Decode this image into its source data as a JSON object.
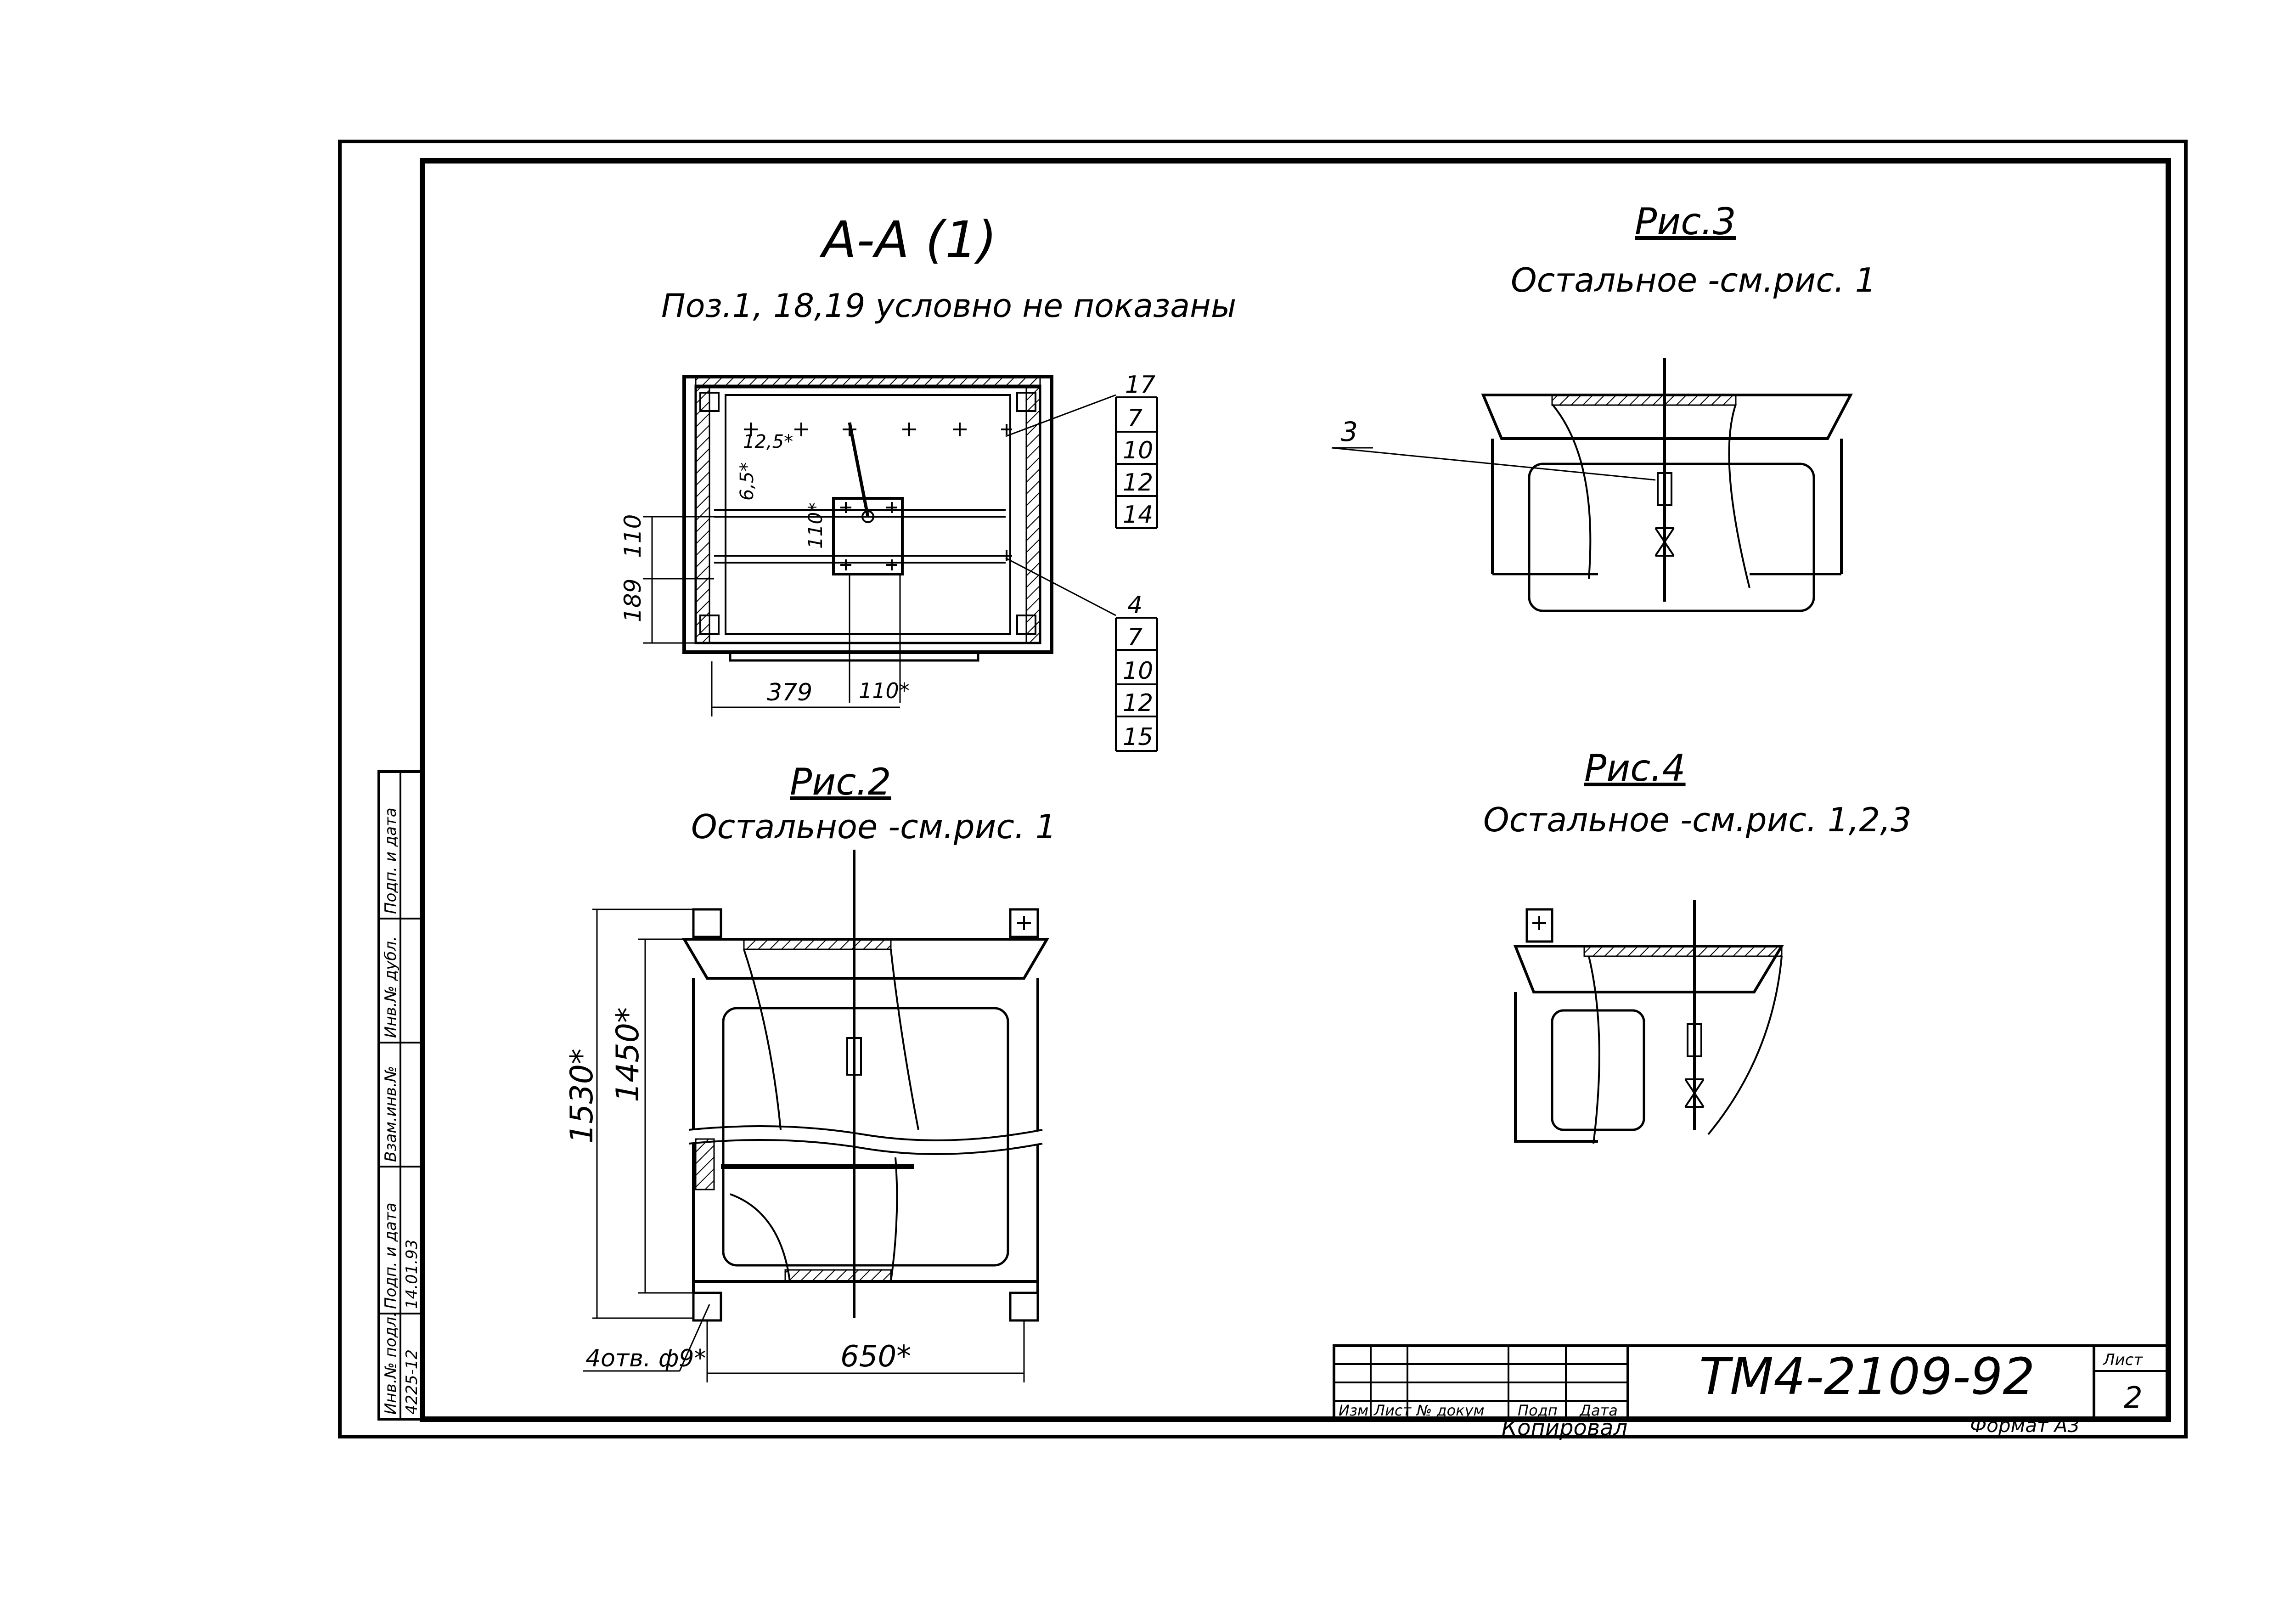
{
  "section_aa": {
    "title": "А-А (1)",
    "note": "Поз.1, 18,19 условно не показаны",
    "dims": {
      "d_12_5": "12,5*",
      "d_6_5": "6,5*",
      "d_110_inner": "110*",
      "d_110_left": "110",
      "d_189": "189",
      "d_379": "379",
      "d_110_bottom": "110*"
    },
    "callout_top": [
      "17",
      "7",
      "10",
      "12",
      "14"
    ],
    "callout_bottom": [
      "4",
      "7",
      "10",
      "12",
      "15"
    ]
  },
  "fig2": {
    "title": "Рис.2",
    "note": "Остальное -см.рис. 1",
    "dims": {
      "d_1530": "1530*",
      "d_1450": "1450*",
      "d_650": "650*",
      "holes": "4отв. ф9*"
    }
  },
  "fig3": {
    "title": "Рис.3",
    "note": "Остальное -см.рис. 1",
    "leader": "3"
  },
  "fig4": {
    "title": "Рис.4",
    "note": "Остальное -см.рис. 1,2,3"
  },
  "side_stamp": {
    "cells": [
      "Инв.№ подл.",
      "Подп. и дата",
      "Взам.инв.№",
      "Инв.№ дубл.",
      "Подп. и дата"
    ],
    "values": [
      "4225-12",
      "14.01.93"
    ]
  },
  "title_block": {
    "code": "ТМ4-2109-92",
    "columns": [
      "Изм",
      "Лист",
      "№ докум",
      "Подп",
      "Дата"
    ],
    "sheet_label": "Лист",
    "sheet_number": "2"
  },
  "footer": {
    "copied": "Копировал",
    "format": "Формат А3"
  }
}
